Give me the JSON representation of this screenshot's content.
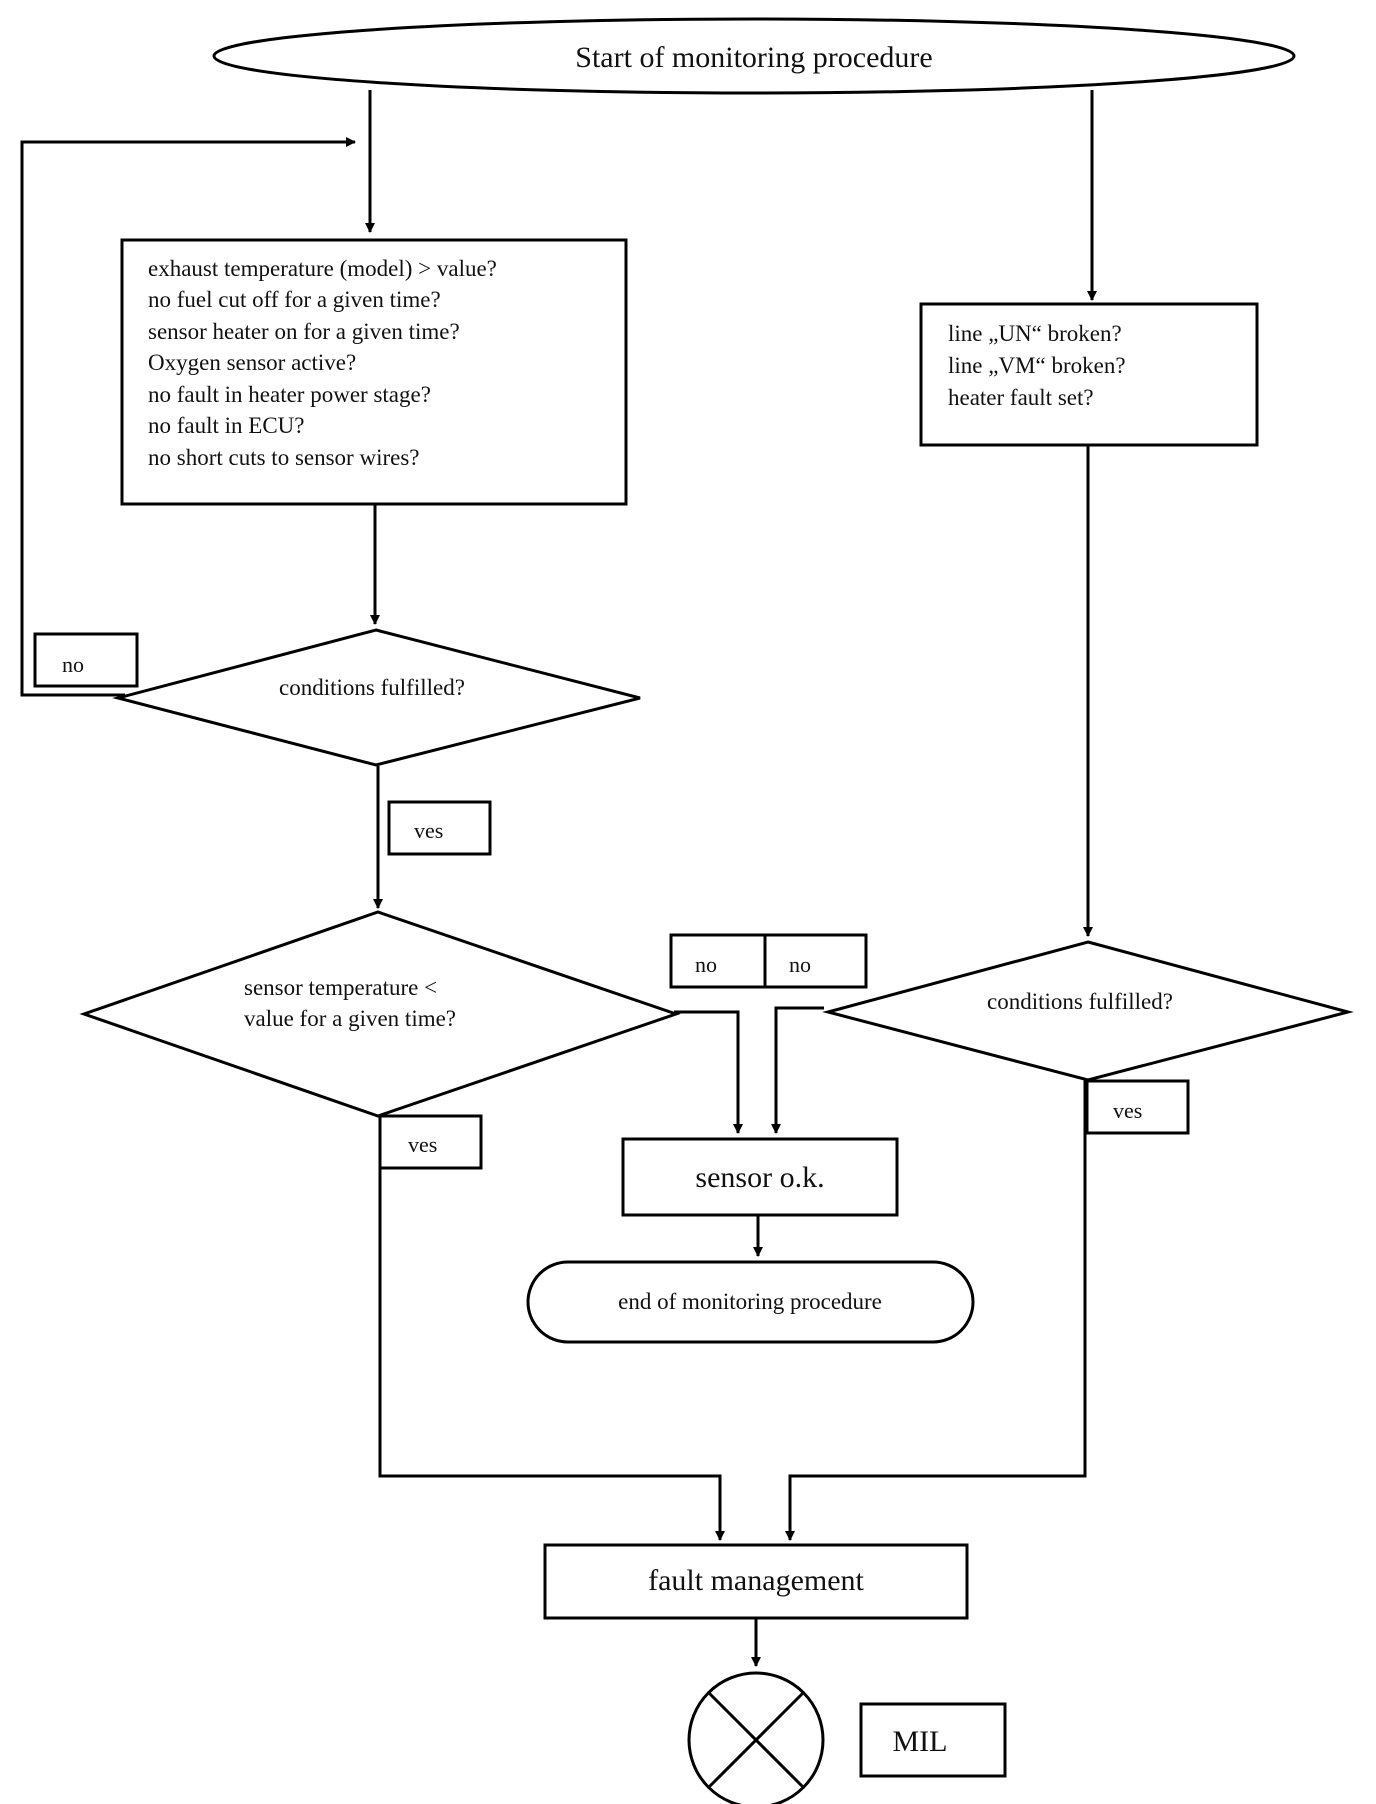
{
  "start": "Start of monitoring procedure",
  "conditions_box": [
    "exhaust temperature (model) > value?",
    "no fuel cut off for a given time?",
    "sensor heater on for a given time?",
    "Oxygen sensor active?",
    "no fault in heater power stage?",
    "no fault in ECU?",
    "no short cuts to sensor wires?"
  ],
  "line_box": [
    "line „UN“ broken?",
    "line „VM“ broken?",
    "heater fault set?"
  ],
  "decision_left": "conditions fulfilled?",
  "decision_temp": [
    "sensor temperature <",
    "value for a given time?"
  ],
  "decision_right": "conditions fulfilled?",
  "labels": {
    "no_left": "no",
    "yes_left": "ves",
    "no_temp": "no",
    "no_right": "no",
    "yes_temp": "ves",
    "yes_right": "ves"
  },
  "sensor_ok": "sensor o.k.",
  "end": "end of monitoring procedure",
  "fault": "fault management",
  "mil_label": "MIL",
  "mil_icon": "lamp-cross-icon"
}
